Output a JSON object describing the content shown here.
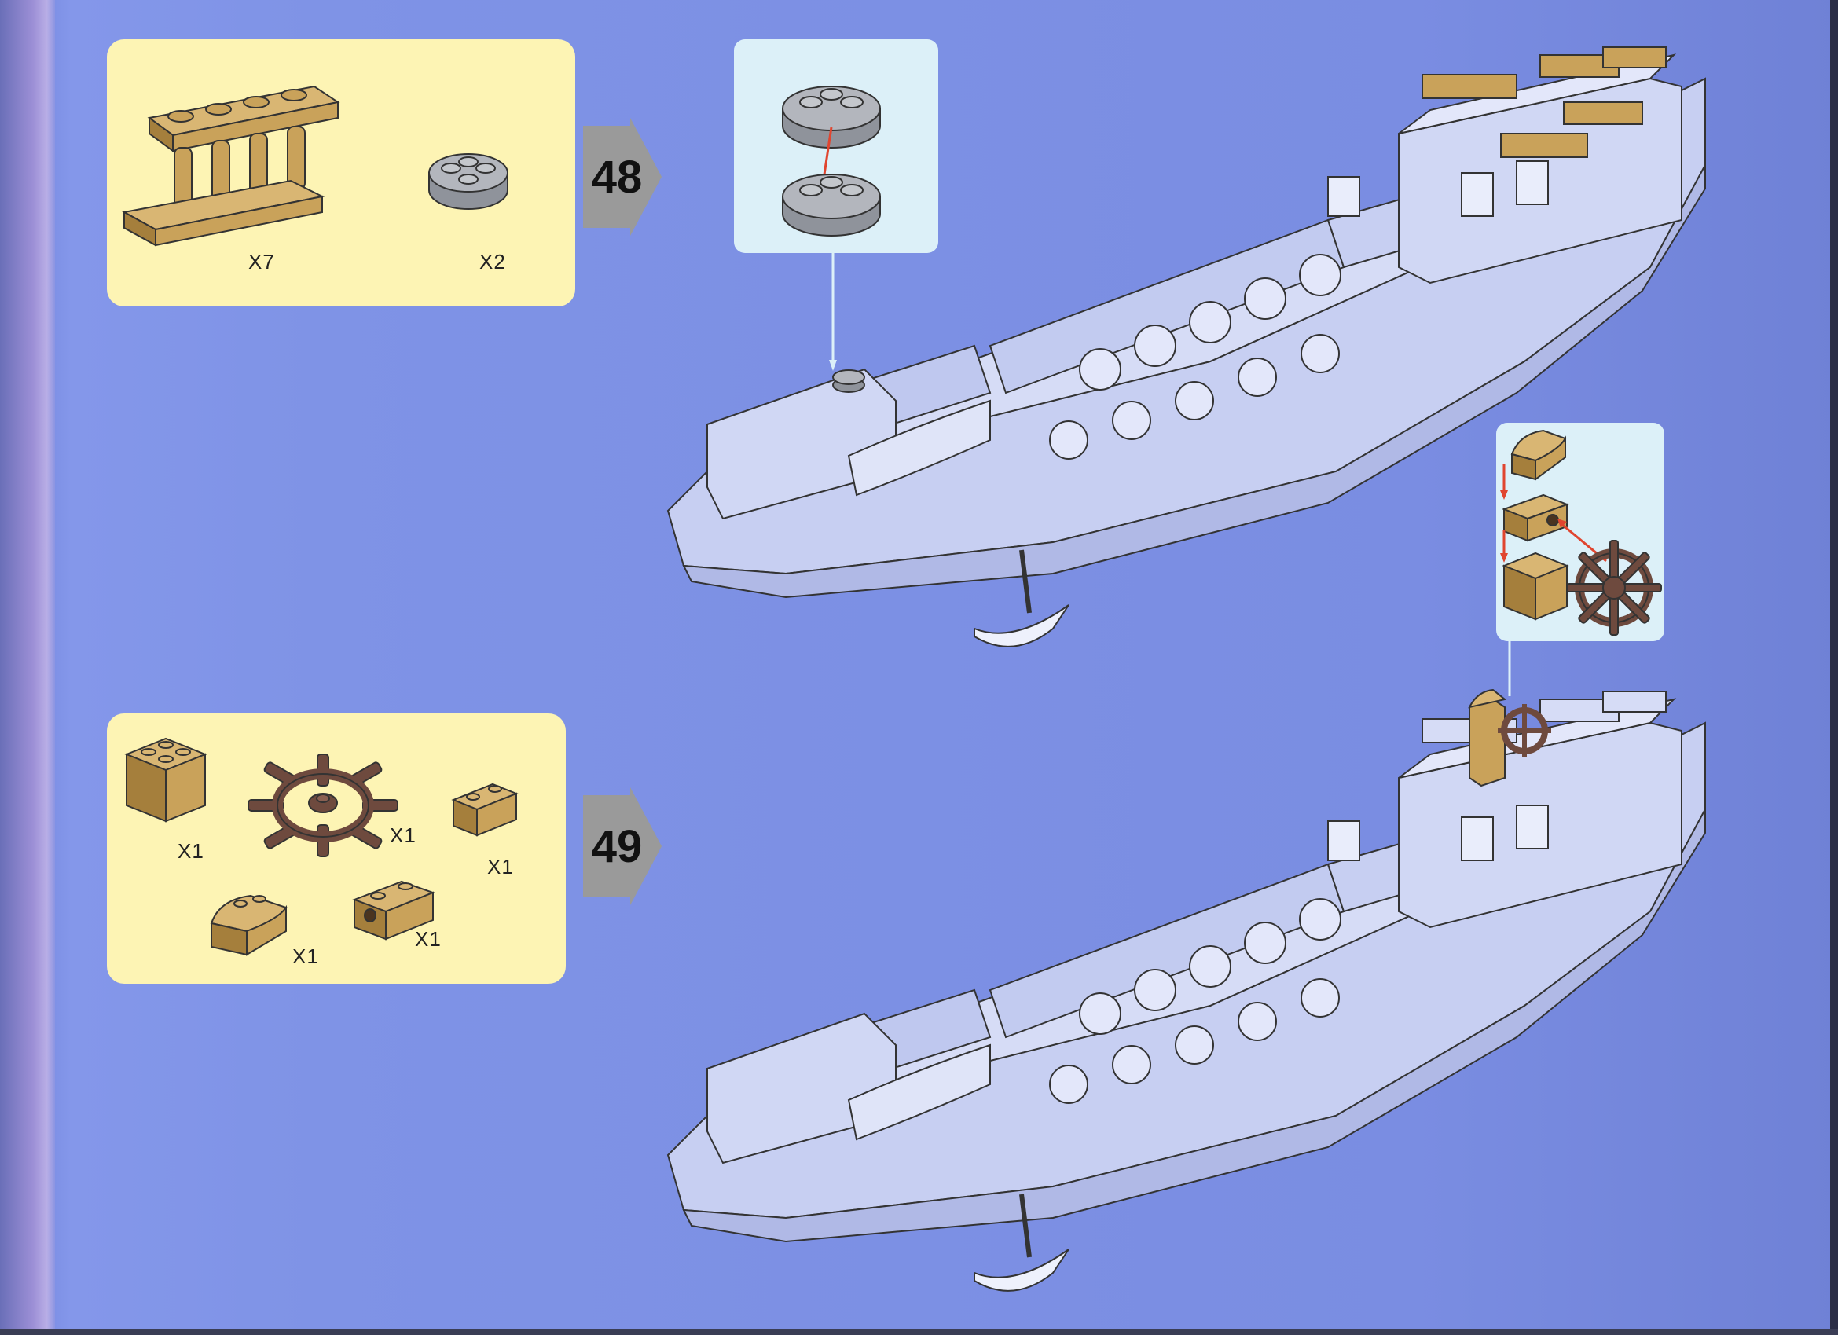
{
  "steps": [
    {
      "number": "48",
      "parts": [
        {
          "name": "tan fence 1x4x2",
          "qty": "X7"
        },
        {
          "name": "grey round plate 2x2",
          "qty": "X2"
        }
      ]
    },
    {
      "number": "49",
      "parts": [
        {
          "name": "tan brick 2x2",
          "qty": "X1"
        },
        {
          "name": "brown ship wheel",
          "qty": "X1"
        },
        {
          "name": "tan brick 1x2",
          "qty": "X1"
        },
        {
          "name": "tan curved slope 1x2",
          "qty": "X1"
        },
        {
          "name": "tan technic brick 1x2",
          "qty": "X1"
        }
      ]
    }
  ],
  "colors": {
    "page_background": "#7d8fe2",
    "parts_box": "#fdf4b4",
    "callout_box": "#dcf0f8",
    "step_arrow": "#9a9a9a",
    "model_body": "#c7cff2",
    "tan_part": "#c9a25a",
    "grey_part": "#a9acb4",
    "brown_part": "#6e4a3e",
    "callout_arrow": "#e0452f"
  }
}
